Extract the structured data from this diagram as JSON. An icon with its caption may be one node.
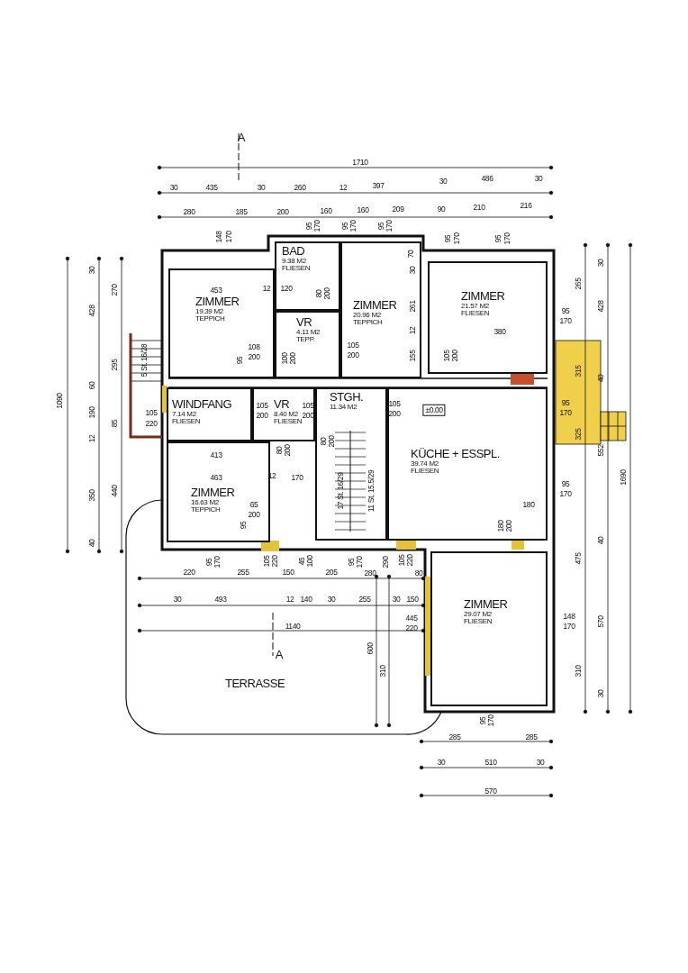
{
  "diagram": {
    "nodes": [
      {
        "text": [
          "BAD",
          "9.38 M2",
          "FLIESEN"
        ]
      },
      {
        "text": [
          "ZIMMER",
          "19.39 M2",
          "TEPPICH"
        ]
      },
      {
        "text": [
          "ZIMMER",
          "20.96 M2",
          "TEPPICH"
        ]
      },
      {
        "text": [
          "ZIMMER",
          "21.57 M2",
          "FLIESEN"
        ]
      },
      {
        "text": [
          "VR",
          "4.11 M2",
          "TEPP."
        ]
      },
      {
        "text": [
          "WINDFANG",
          "7.14 M2",
          "FLIESEN"
        ]
      },
      {
        "text": [
          "VR",
          "8.40 M2",
          "FLIESEN"
        ]
      },
      {
        "text": [
          "STGH.",
          "11.34 M2"
        ]
      },
      {
        "text": [
          "KÜCHE + ESSPL.",
          "39.74 M2",
          "FLIESEN"
        ]
      },
      {
        "text": [
          "ZIMMER",
          "16.63 M2",
          "TEPPICH"
        ]
      },
      {
        "text": [
          "ZIMMER",
          "29.07 M2",
          "FLIESEN"
        ]
      },
      {
        "text": [
          "TERRASSE"
        ]
      }
    ],
    "labels": [
      "A",
      "1710",
      "30",
      "435",
      "30",
      "260",
      "12",
      "397",
      "30",
      "486",
      "30",
      "280",
      "185",
      "200",
      "160",
      "160",
      "209",
      "90",
      "210",
      "216",
      "148",
      "170",
      "95",
      "170",
      "95",
      "170",
      "95",
      "170",
      "95",
      "170",
      "95",
      "170",
      "70",
      "30",
      "428",
      "270",
      "295",
      "60",
      "190",
      "85",
      "12",
      "1090",
      "350",
      "440",
      "40",
      "5 St. 16/28",
      "105",
      "220",
      "453",
      "12",
      "120",
      "80",
      "200",
      "108",
      "200",
      "95",
      "100",
      "200",
      "105",
      "200",
      "30",
      "261",
      "12",
      "155",
      "380",
      "105",
      "200",
      "95",
      "170",
      "265",
      "428",
      "30",
      "315",
      "40",
      "95",
      "170",
      "325",
      "552",
      "1690",
      "95",
      "170",
      "180",
      "40",
      "475",
      "180",
      "200",
      "148",
      "170",
      "570",
      "310",
      "30",
      "105",
      "200",
      "105",
      "200",
      "105",
      "200",
      "±0.00",
      "80",
      "200",
      "12",
      "170",
      "65",
      "200",
      "95",
      "413",
      "463",
      "80",
      "200",
      "17 St. 16/29",
      "11 St. 15.5/29",
      "95",
      "170",
      "220",
      "255",
      "105",
      "220",
      "150",
      "45",
      "100",
      "205",
      "95",
      "170",
      "280",
      "290",
      "105",
      "220",
      "80",
      "30",
      "493",
      "12",
      "140",
      "30",
      "255",
      "30",
      "150",
      "1140",
      "445",
      "220",
      "600",
      "A",
      "310",
      "95",
      "170",
      "285",
      "285",
      "30",
      "510",
      "30",
      "570"
    ]
  }
}
